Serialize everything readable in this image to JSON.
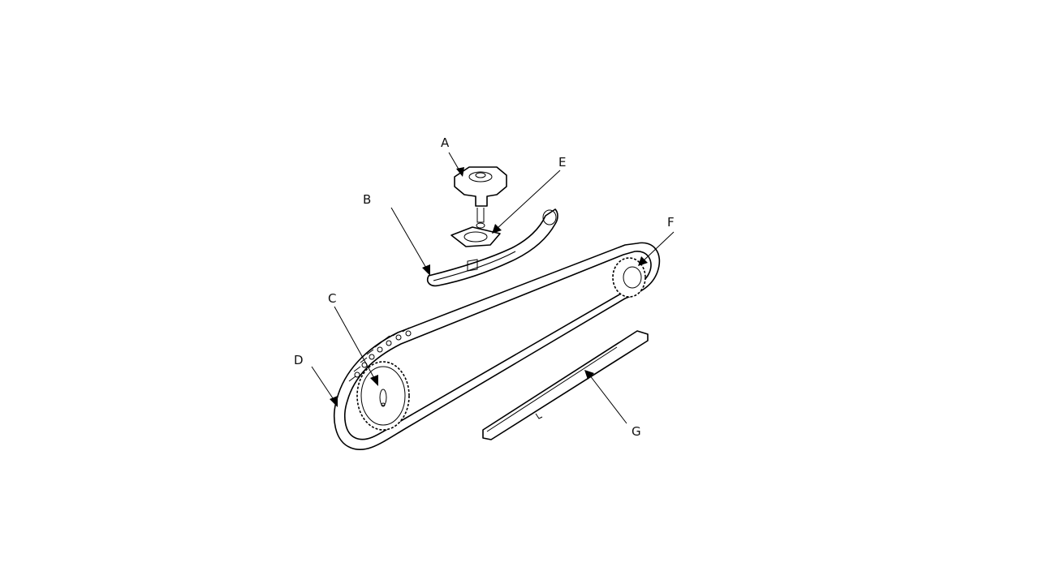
{
  "diagram": {
    "callouts": [
      {
        "id": "A",
        "label": "A"
      },
      {
        "id": "B",
        "label": "B"
      },
      {
        "id": "C",
        "label": "C"
      },
      {
        "id": "D",
        "label": "D"
      },
      {
        "id": "E",
        "label": "E"
      },
      {
        "id": "F",
        "label": "F"
      },
      {
        "id": "G",
        "label": "G"
      }
    ]
  }
}
